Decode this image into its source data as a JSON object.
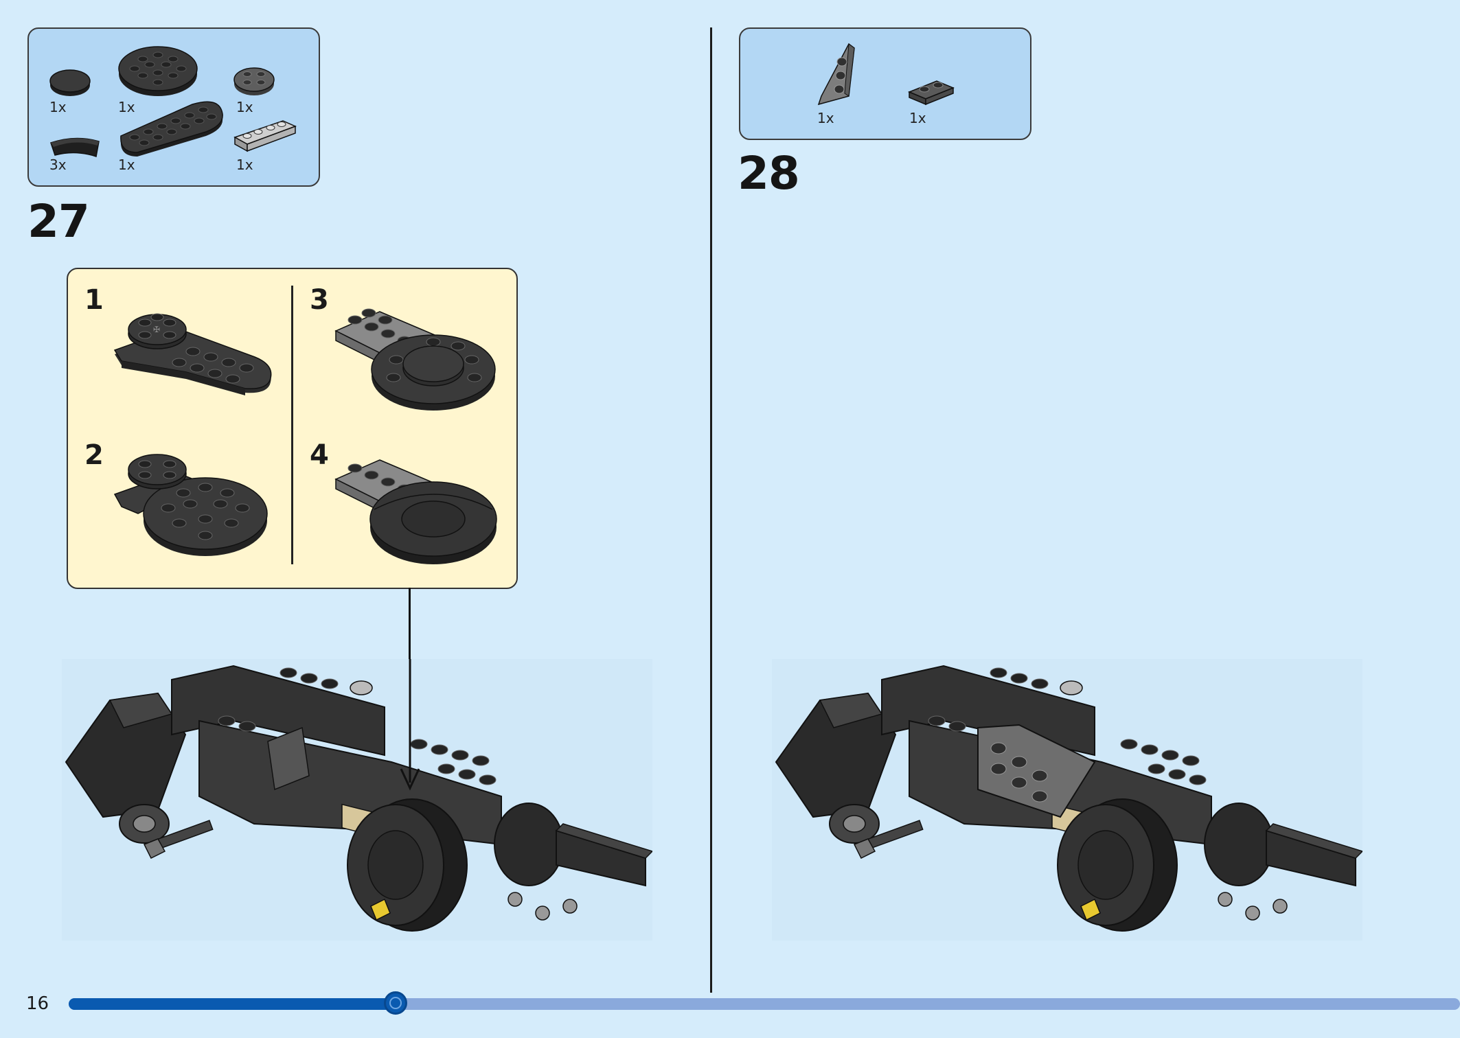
{
  "page": {
    "number": "16"
  },
  "progress": {
    "value": 0.235
  },
  "colors": {
    "background": "#d5ecfb",
    "parts_box": "#b3d7f4",
    "substep_box": "#fff6cf",
    "progress_fill": "#0a5ab0",
    "progress_track": "#8aa9dc"
  },
  "step27": {
    "number": "27",
    "parts": [
      {
        "qty": "1x",
        "icon": "round-tile-1x1-black-icon"
      },
      {
        "qty": "1x",
        "icon": "round-plate-4x4-black-icon"
      },
      {
        "qty": "1x",
        "icon": "round-plate-2x2-dark-grey-icon"
      },
      {
        "qty": "3x",
        "icon": "curved-tile-black-icon"
      },
      {
        "qty": "1x",
        "icon": "rounded-plate-2x6-black-icon"
      },
      {
        "qty": "1x",
        "icon": "plate-1x4-light-grey-icon"
      }
    ],
    "substeps": [
      {
        "number": "1"
      },
      {
        "number": "2"
      },
      {
        "number": "3"
      },
      {
        "number": "4"
      }
    ]
  },
  "step28": {
    "number": "28",
    "parts": [
      {
        "qty": "1x",
        "icon": "wedge-plate-grey-icon"
      },
      {
        "qty": "1x",
        "icon": "plate-1x2-dark-grey-icon"
      }
    ]
  }
}
